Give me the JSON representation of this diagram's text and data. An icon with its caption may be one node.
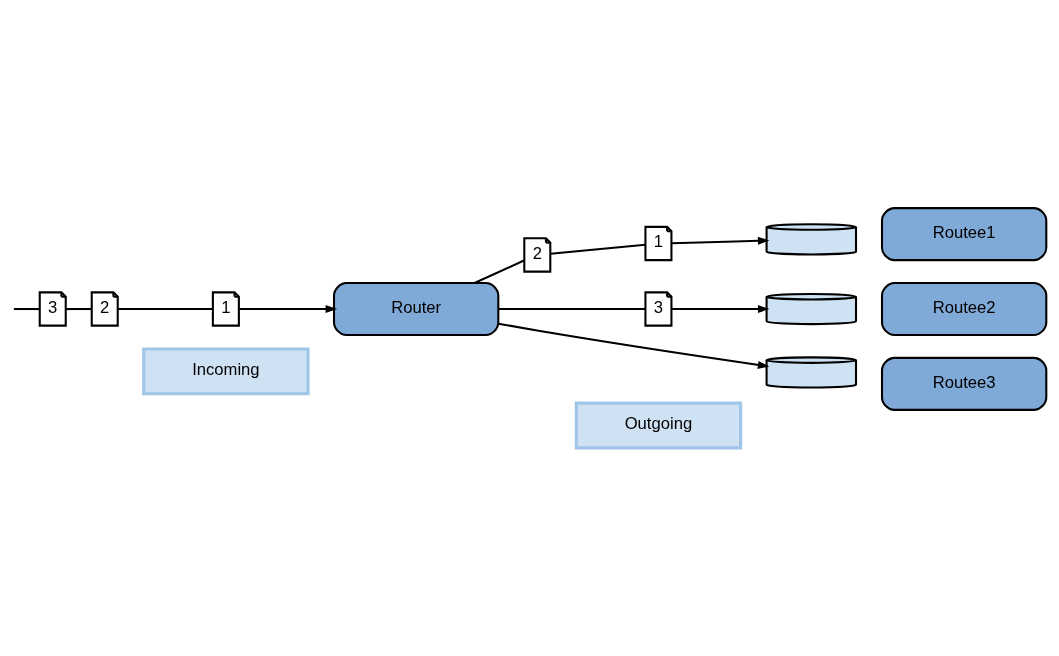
{
  "diagram": {
    "nodes": [
      {
        "text": [
          "Incoming"
        ]
      },
      {
        "text": [
          "Outgoing"
        ]
      },
      {
        "text": [
          "2"
        ]
      },
      {
        "text": [
          "1"
        ]
      },
      {
        "text": [],
        "shape": "cylinder"
      },
      {
        "text": [
          "Routee1"
        ]
      },
      {
        "text": [
          "3"
        ]
      },
      {
        "text": [
          "2"
        ]
      },
      {
        "text": [
          "1"
        ]
      },
      {
        "text": [
          "Router"
        ]
      },
      {
        "text": [
          "3"
        ]
      },
      {
        "text": [],
        "shape": "cylinder"
      },
      {
        "text": [
          "Routee2"
        ]
      },
      {
        "text": [],
        "shape": "cylinder"
      },
      {
        "text": [
          "Routee3"
        ]
      }
    ],
    "edges": [
      {
        "from": null,
        "to": 6,
        "arrow": "none"
      },
      {
        "from": 6,
        "to": 7,
        "arrow": "none"
      },
      {
        "from": 7,
        "to": 8,
        "arrow": "none"
      },
      {
        "from": 8,
        "to": 9,
        "arrow": "to"
      },
      {
        "from": 9,
        "to": 2,
        "arrow": "none"
      },
      {
        "from": 2,
        "to": 3,
        "arrow": "none"
      },
      {
        "from": 3,
        "to": 4,
        "arrow": "to"
      },
      {
        "from": 9,
        "to": 10,
        "arrow": "none"
      },
      {
        "from": 10,
        "to": 11,
        "arrow": "to"
      },
      {
        "from": 9,
        "to": 13,
        "arrow": "to"
      }
    ]
  }
}
